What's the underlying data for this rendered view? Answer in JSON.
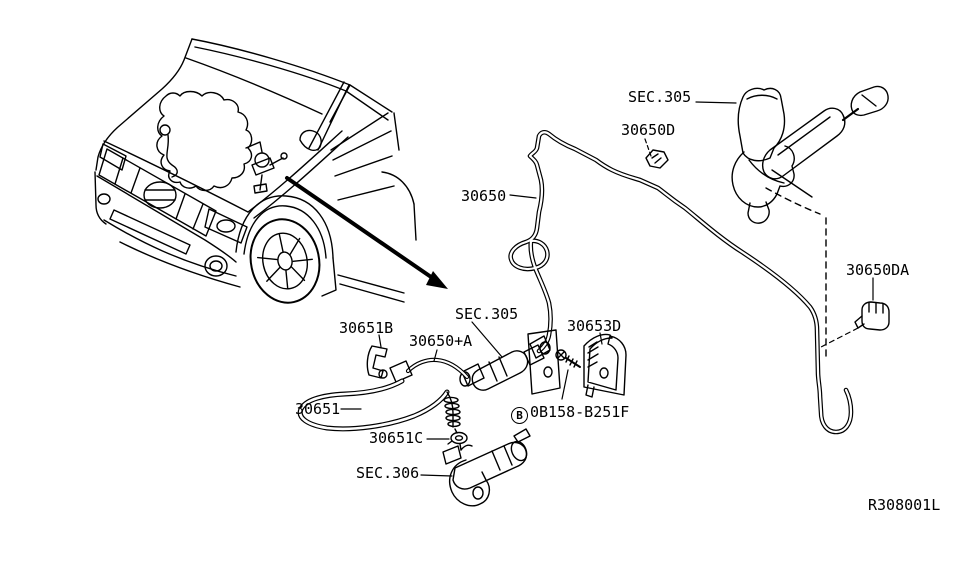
{
  "diagram": {
    "figure_ref": "R308001L",
    "labels": {
      "sec305_master": "SEC.305",
      "clip_30650d": "30650D",
      "tube_30650": "30650",
      "clip_30650da": "30650DA",
      "sec305_damper": "SEC.305",
      "clip_30651b": "30651B",
      "tube_30650a": "30650+A",
      "bracket_30653d": "30653D",
      "hose_30651": "30651",
      "bolt_symbol": "B",
      "bolt_30653": "0B158-B251F",
      "grommet_30651c": "30651C",
      "sec306_slave": "SEC.306"
    },
    "colors": {
      "line": "#000000",
      "background": "#ffffff"
    }
  }
}
